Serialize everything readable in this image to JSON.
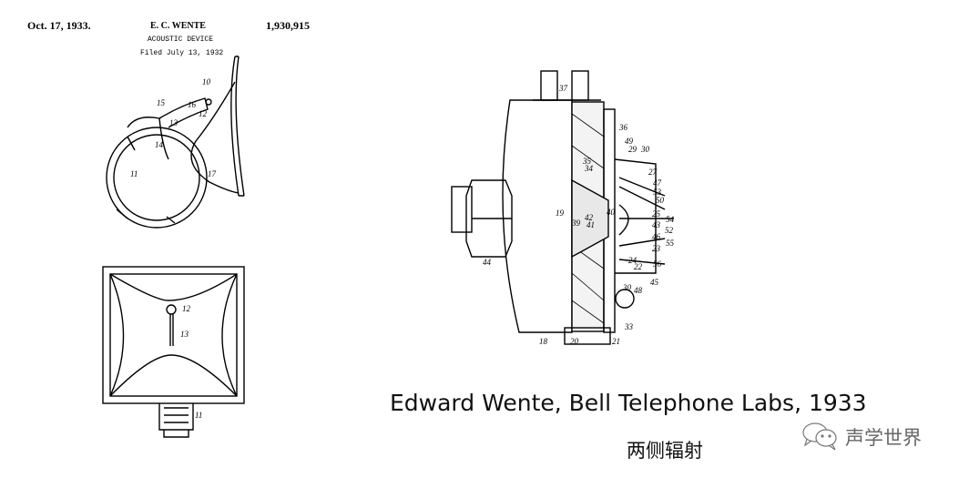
{
  "patent": {
    "date": "Oct. 17, 1933.",
    "inventor": "E. C. WENTE",
    "number": "1,930,915",
    "title": "ACOUSTIC DEVICE",
    "filed": "Filed July 13, 1932"
  },
  "fig1_labels": [
    "10",
    "15",
    "16",
    "12",
    "13",
    "14",
    "11",
    "17"
  ],
  "fig2_labels": [
    "12",
    "13",
    "11"
  ],
  "fig3_labels": [
    "37",
    "36",
    "49",
    "29",
    "30",
    "35",
    "34",
    "27",
    "47",
    "53",
    "50",
    "19",
    "40",
    "25",
    "54",
    "42",
    "39",
    "41",
    "43",
    "52",
    "46",
    "55",
    "23",
    "24",
    "22",
    "56",
    "44",
    "45",
    "30",
    "48",
    "33",
    "18",
    "20",
    "21"
  ],
  "caption": "Edward Wente, Bell Telephone Labs, 1933",
  "subcaption": "两侧辐射",
  "watermark": "声学世界"
}
